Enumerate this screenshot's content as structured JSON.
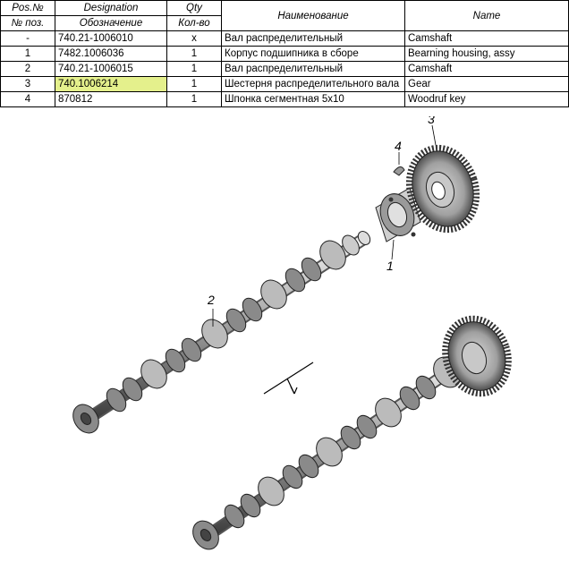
{
  "table": {
    "headers": {
      "pos_top": "Pos.№",
      "pos_bottom": "№ поз.",
      "designation_top": "Designation",
      "designation_bottom": "Обозначение",
      "qty_top": "Qty",
      "qty_bottom": "Кол-во",
      "name_ru": "Наименование",
      "name_en": "Name"
    },
    "rows": [
      {
        "pos": "-",
        "designation": "740.21-1006010",
        "qty": "x",
        "name_ru": "Вал распределительный",
        "name_en": "Camshaft"
      },
      {
        "pos": "1",
        "designation": "7482.1006036",
        "qty": "1",
        "name_ru": "Корпус подшипника в сборе",
        "name_en": "Bearning housing, assy"
      },
      {
        "pos": "2",
        "designation": "740.21-1006015",
        "qty": "1",
        "name_ru": "Вал распределительный",
        "name_en": "Camshaft"
      },
      {
        "pos": "3",
        "designation": "740.1006214",
        "qty": "1",
        "name_ru": "Шестерня распределительного вала",
        "name_en": "Gear"
      },
      {
        "pos": "4",
        "designation": "870812",
        "qty": "1",
        "name_ru": "Шпонка сегментная 5x10",
        "name_en": "Woodruf key"
      }
    ],
    "highlight_color": "#e4f08c"
  },
  "drawing": {
    "callouts": [
      "1",
      "2",
      "3",
      "4"
    ]
  }
}
